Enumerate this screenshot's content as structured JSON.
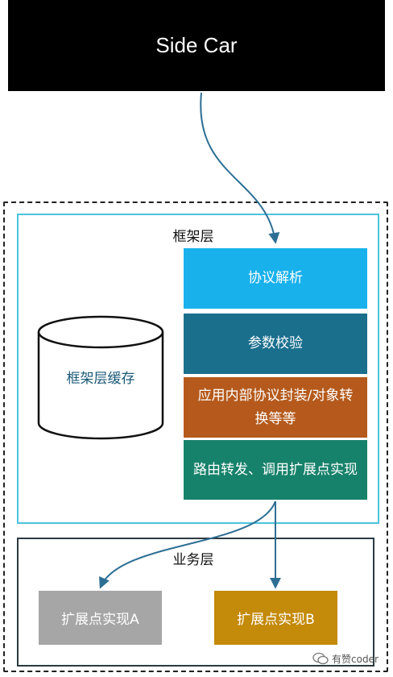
{
  "sidecar": {
    "label": "Side Car"
  },
  "framework_layer": {
    "title": "框架层",
    "cache_label": "框架层缓存",
    "blocks": [
      {
        "label": "协议解析",
        "color": "#19b1ec"
      },
      {
        "label": "参数校验",
        "color": "#1a6f8d"
      },
      {
        "label": "应用内部协议封装/对象转换等等",
        "color": "#b55a1c"
      },
      {
        "label": "路由转发、调用扩展点实现",
        "color": "#17826b"
      }
    ]
  },
  "business_layer": {
    "title": "业务层",
    "extensions": [
      {
        "label": "扩展点实现A",
        "color": "#a6a6a6"
      },
      {
        "label": "扩展点实现B",
        "color": "#c48a09"
      }
    ]
  },
  "watermark": {
    "icon": "wechat-icon",
    "text": "有赞coder"
  },
  "colors": {
    "arrow": "#2d6f94",
    "framework_border": "#4cc3dd"
  }
}
